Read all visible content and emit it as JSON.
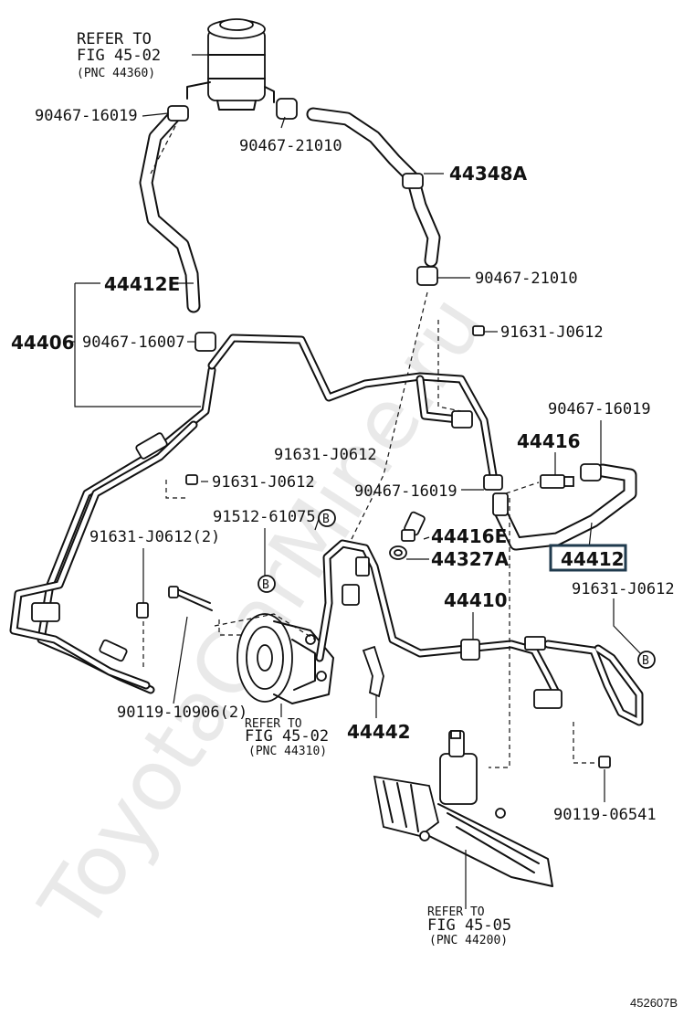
{
  "watermark": "ToyotaCarMine.ru",
  "figure_id": "452607B",
  "highlight_color": "#1f3a4d",
  "references": {
    "reservoir": {
      "line1": "REFER TO",
      "line2": "FIG 45-02",
      "line3": "(PNC 44360)"
    },
    "pump": {
      "line1": "REFER TO",
      "line2": "FIG 45-02",
      "line3": "(PNC 44310)"
    },
    "gear": {
      "line1": "REFER TO",
      "line2": "FIG 45-05",
      "line3": "(PNC 44200)"
    }
  },
  "labels": {
    "clip_90467_16019_a": "90467-16019",
    "clip_90467_21010_a": "90467-21010",
    "hose_44348A": "44348A",
    "clip_90467_21010_b": "90467-21010",
    "hose_44412E": "44412E",
    "tube_44406": "44406",
    "clip_90467_16007": "90467-16007",
    "bolt_91631_J0612_a": "91631-J0612",
    "clip_90467_16019_b": "90467-16019",
    "union_44416": "44416",
    "bolt_91631_J0612_b": "91631-J0612",
    "bolt_91631_J0612_c": "91631-J0612",
    "clip_90467_16019_c": "90467-16019",
    "bolt_91512_61075": "91512-61075",
    "callout_b": "B",
    "bolt_91631_J0612_2": "91631-J0612(2)",
    "union_44416E": "44416E",
    "gasket_44327A": "44327A",
    "hose_44412": "44412",
    "bolt_91631_J0612_d": "91631-J0612",
    "tube_44410": "44410",
    "bolt_90119_10906_2": "90119-10906(2)",
    "bracket_44442": "44442",
    "bolt_90119_06541": "90119-06541"
  }
}
